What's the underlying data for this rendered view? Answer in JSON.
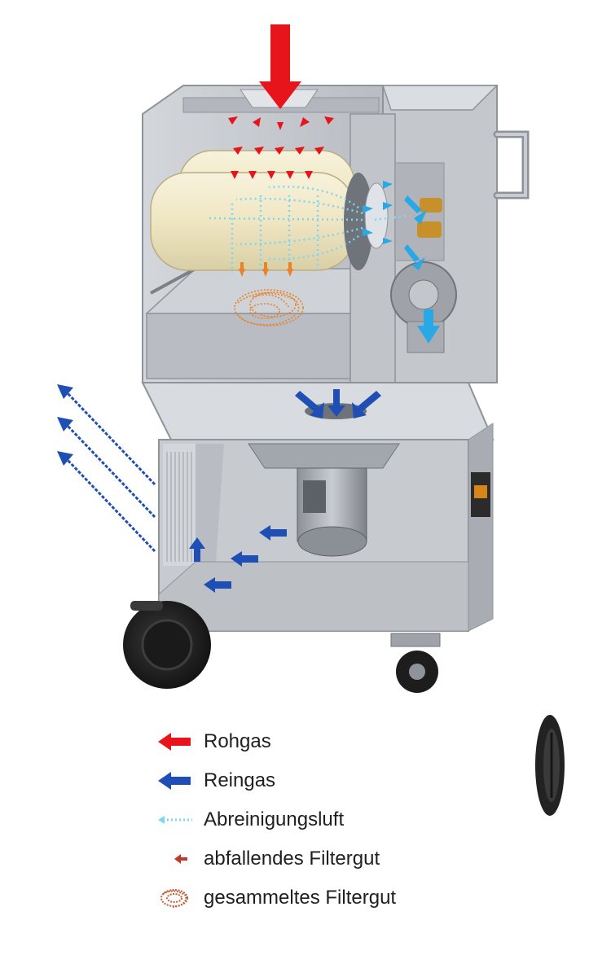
{
  "legend": {
    "items": [
      {
        "key": "raw",
        "label": "Rohgas",
        "color": "#e8141c",
        "symbol": "arrow"
      },
      {
        "key": "clean",
        "label": "Reingas",
        "color": "#1f4fb5",
        "symbol": "arrow"
      },
      {
        "key": "purge",
        "label": "Abreinigungsluft",
        "color": "#7fd6f2",
        "symbol": "dotted-arrow"
      },
      {
        "key": "falling",
        "label": "abfallendes Filtergut",
        "color": "#c0392b",
        "symbol": "small-arrow"
      },
      {
        "key": "collected",
        "label": "gesammeltes Filtergut",
        "color": "#c0603a",
        "symbol": "scribble"
      }
    ]
  },
  "colors": {
    "housing": "#c9ccd1",
    "housing_dark": "#9ea3aa",
    "filter": "#efe7c8",
    "raw_gas": "#e8141c",
    "clean_gas": "#1f4fb5",
    "light_clean": "#29a8e6",
    "purge_air": "#7fd6f2",
    "dust": "#e9832a",
    "wheel": "#222222"
  }
}
